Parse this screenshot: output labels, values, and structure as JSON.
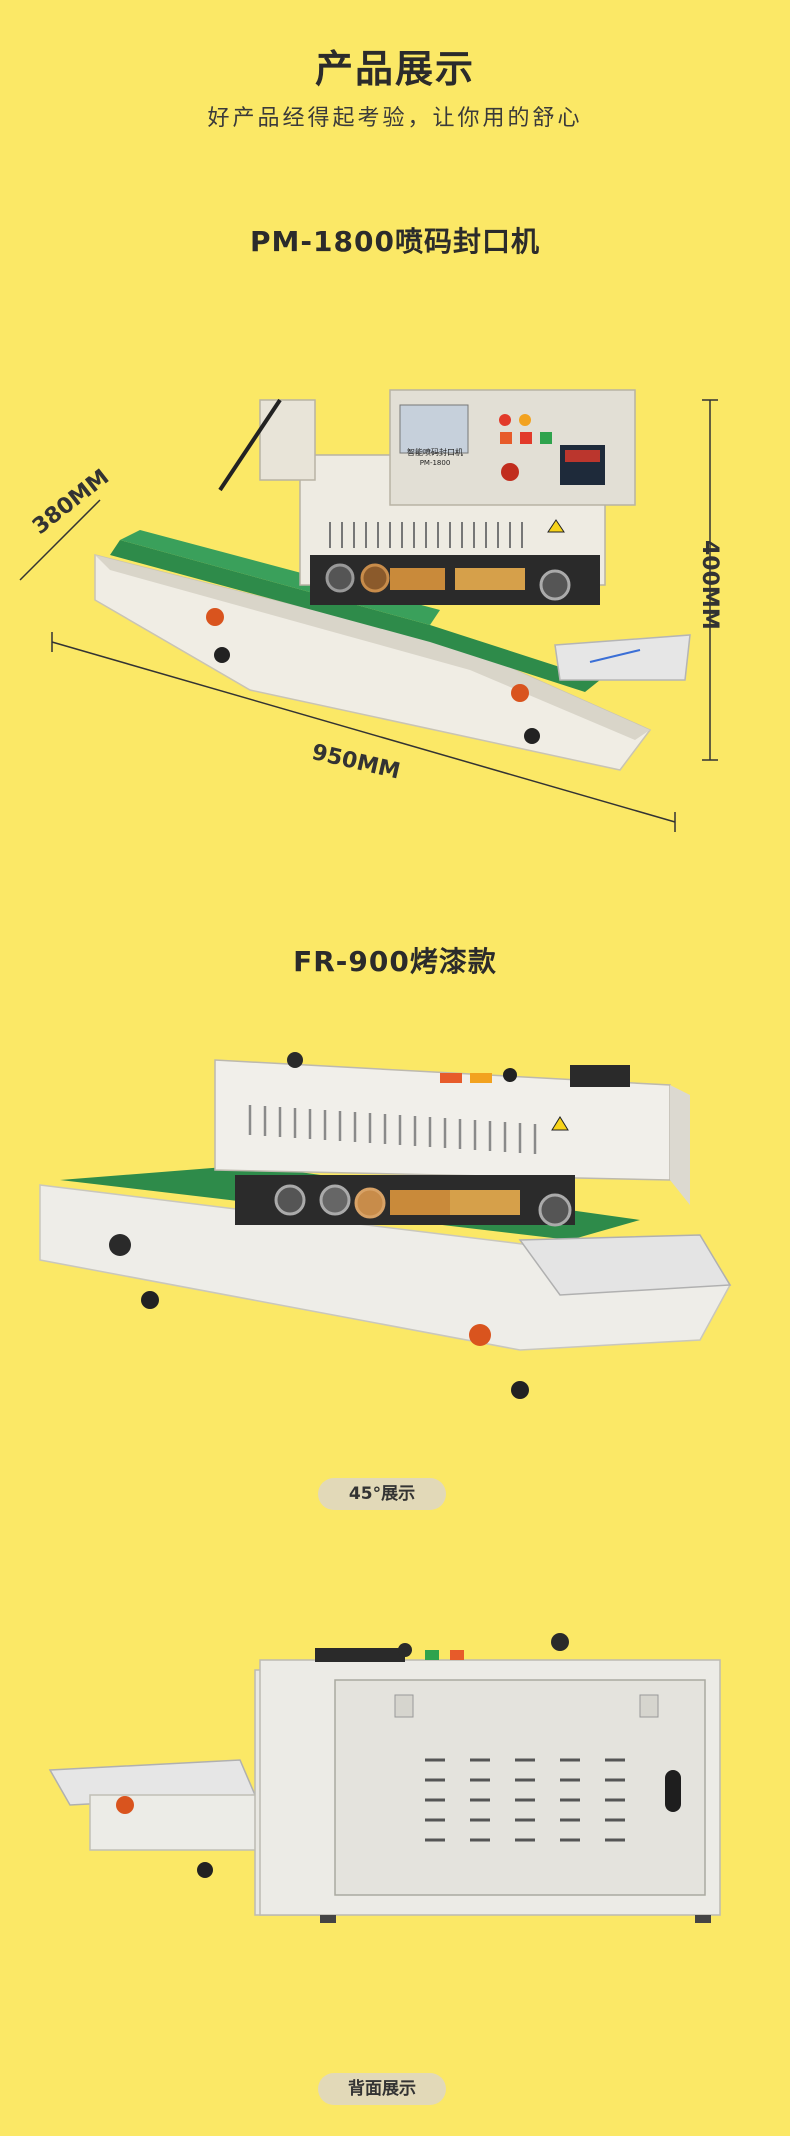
{
  "header": {
    "title": "产品展示",
    "subtitle": "好产品经得起考验，让你用的舒心"
  },
  "section1": {
    "title": "PM-1800喷码封口机",
    "panel_label_1": "智能喷码封口机",
    "panel_label_2": "PM-1800",
    "dim_width": "950MM",
    "dim_depth": "380MM",
    "dim_height": "400MM"
  },
  "section2": {
    "title": "FR-900烤漆款",
    "view1_label": "45°展示",
    "view2_label": "背面展示"
  },
  "colors": {
    "background": "#fbe866",
    "conveyor_belt": "#2e8b4a",
    "machine_body": "#eeebe2",
    "pill_bg": "#e2d9b8"
  }
}
